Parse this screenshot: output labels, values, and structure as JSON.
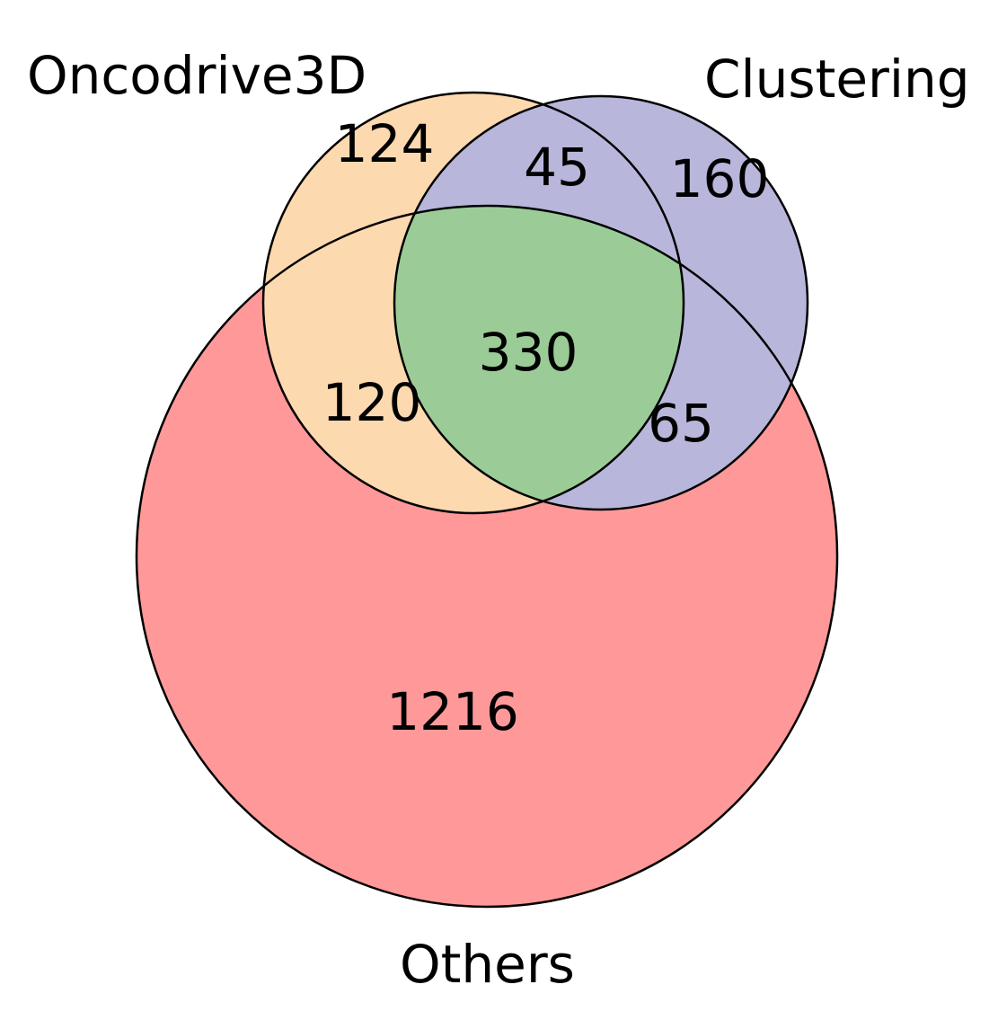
{
  "sets": [
    {
      "key": "oncodrive3d",
      "label": "Oncodrive3D",
      "color": "#fdd9b0"
    },
    {
      "key": "clustering",
      "label": "Clustering",
      "color": "#b9b6db"
    },
    {
      "key": "others",
      "label": "Others",
      "color": "#ff9999"
    }
  ],
  "intersection_color": "#9bcc98",
  "regions": {
    "oncodrive3d_only": "124",
    "oncodrive3d_clustering": "45",
    "clustering_only": "160",
    "all_three": "330",
    "oncodrive3d_others": "120",
    "clustering_others": "65",
    "others_only": "1216"
  }
}
